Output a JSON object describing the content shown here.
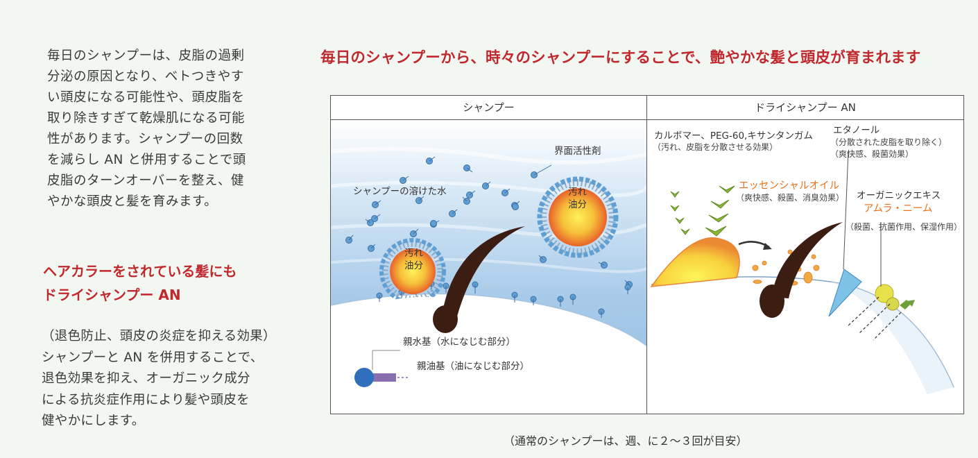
{
  "intro": {
    "lines": [
      "毎日のシャンプーは、皮脂の過剰",
      "分泌の原因となり、ベトつきやす",
      "い頭皮になる可能性や、頭皮脂を",
      "取り除きすぎて乾燥肌になる可能",
      "性があります。シャンプーの回数",
      "を減らし AN と併用することで頭",
      "皮脂のターンオーバーを整え、健",
      "やかな頭皮と髪を育みます。"
    ]
  },
  "color_section": {
    "heading_lines": [
      "ヘアカラーをされている髪にも",
      "ドライシャンプー AN"
    ],
    "body_lines": [
      "（退色防止、頭皮の炎症を抑える効果）",
      "シャンプーと AN を併用することで、",
      "退色効果を抑え、オーガニック成分",
      "による抗炎症作用により髪や頭皮を",
      "健やかにします。"
    ]
  },
  "main_heading": "毎日のシャンプーから、時々のシャンプーにすることで、艶やかな髪と頭皮が育まれます",
  "diagram": {
    "left_title": "シャンプー",
    "right_title": "ドライシャンプー AN",
    "left": {
      "surfactant": "界面活性剤",
      "water": "シャンプーの溶けた水",
      "dirt_oil_1": "汚れ",
      "dirt_oil_2": "油分",
      "hydrophilic": "親水基（水になじむ部分）",
      "lipophilic": "親油基（油になじむ部分）"
    },
    "right": {
      "carbomer": "カルボマー、PEG-60,キサンタンガム",
      "carbomer_effect": "（汚れ、皮脂を分散させる効果）",
      "ethanol": "エタノール",
      "ethanol_effect_1": "（分散された皮脂を取り除く）",
      "ethanol_effect_2": "（爽快感、殺菌効果）",
      "essential_oil": "エッセンシャルオイル",
      "essential_oil_effect": "（爽快感、殺菌、消臭効果）",
      "organic_extract": "オーガニックエキス",
      "amla_neem": "アムラ・ニーム",
      "organic_effect": "（殺菌、抗菌作用、保湿作用）"
    }
  },
  "footer_note": "（通常のシャンプーは、週、に２～３回が目安）",
  "colors": {
    "accent_red": "#c0282d",
    "accent_orange": "#e8731c",
    "hair": "#3b1d12",
    "water_blue": "#b7d5ee"
  },
  "icons": [
    "surfactant-molecule-icon",
    "oil-droplet-icon",
    "hair-strand-icon",
    "leaf-icon",
    "arrow-icon",
    "spray-icon"
  ]
}
